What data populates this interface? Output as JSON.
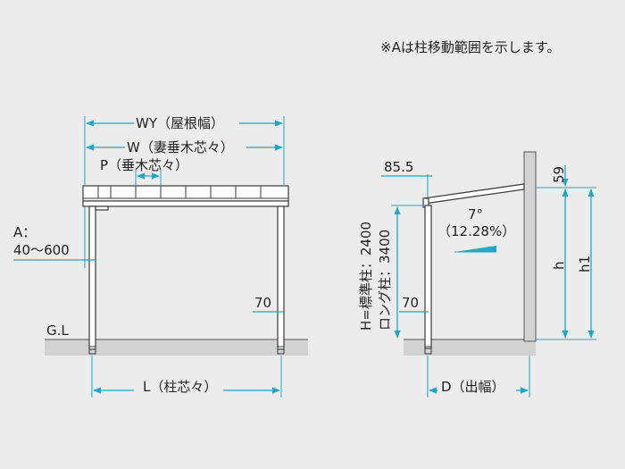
{
  "note": "※Aは柱移動範囲を示します。",
  "front": {
    "wy_label": "WY（屋根幅）",
    "w_label": "W（妻垂木芯々）",
    "p_label": "P（垂木芯々）",
    "a_label": "A：",
    "a_range": "40～600",
    "gl_label": "G.L",
    "h70_label": "70",
    "l_label": "L（柱芯々）"
  },
  "side": {
    "top_offset": "85.5",
    "angle_deg": "7°",
    "angle_pct": "（12.28%）",
    "h_std": "H=標準柱：2400",
    "h_long": "ロング柱：3400",
    "h70_label": "70",
    "d_label": "D（出幅）",
    "dim_59": "59",
    "h_label": "h",
    "h1_label": "h1"
  }
}
